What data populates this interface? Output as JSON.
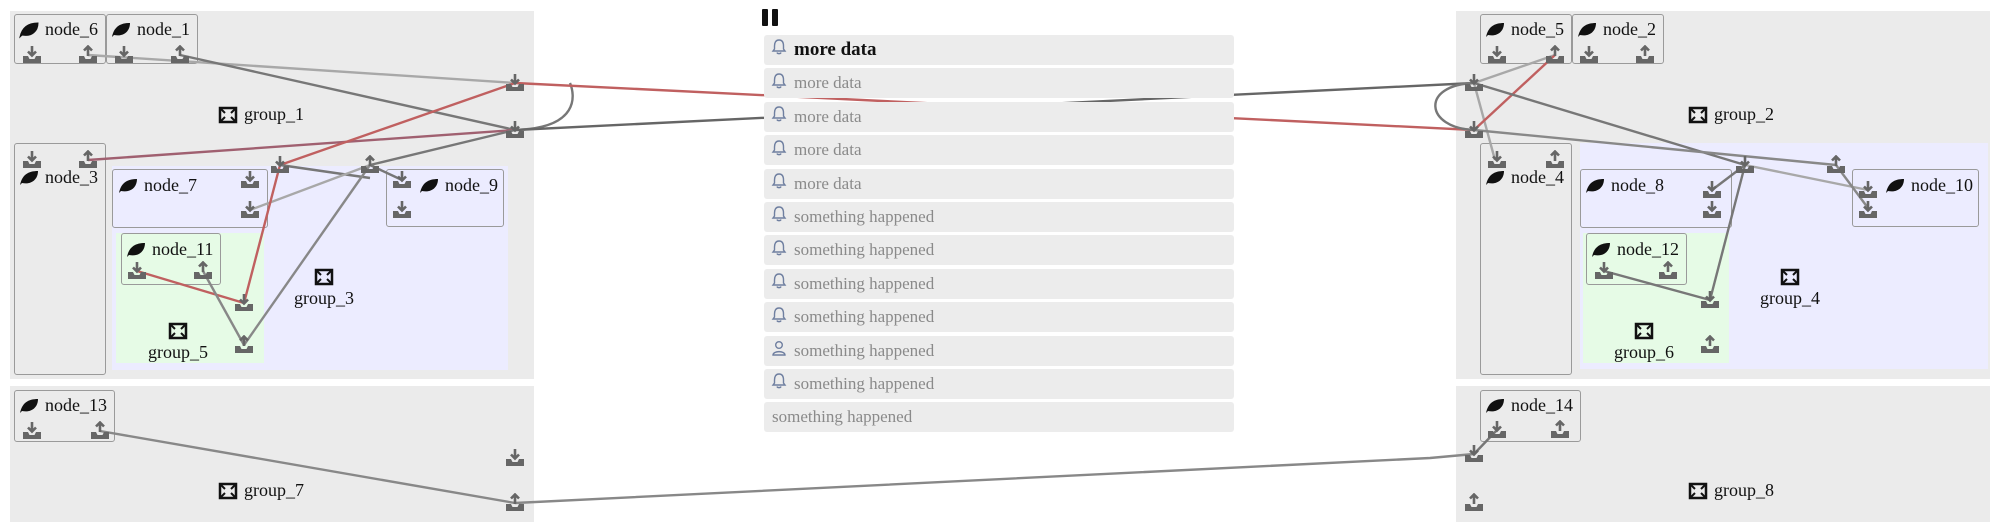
{
  "groups": {
    "group_1": "group_1",
    "group_2": "group_2",
    "group_3": "group_3",
    "group_4": "group_4",
    "group_5": "group_5",
    "group_6": "group_6",
    "group_7": "group_7",
    "group_8": "group_8"
  },
  "nodes": {
    "node_1": "node_1",
    "node_2": "node_2",
    "node_3": "node_3",
    "node_4": "node_4",
    "node_5": "node_5",
    "node_6": "node_6",
    "node_7": "node_7",
    "node_8": "node_8",
    "node_9": "node_9",
    "node_10": "node_10",
    "node_11": "node_11",
    "node_12": "node_12",
    "node_13": "node_13",
    "node_14": "node_14"
  },
  "log": {
    "paused_icon": "pause-icon",
    "entries": [
      {
        "icon": "bell-icon",
        "text": "more data"
      },
      {
        "icon": "bell-icon",
        "text": "more data"
      },
      {
        "icon": "bell-icon",
        "text": "more data"
      },
      {
        "icon": "bell-icon",
        "text": "more data"
      },
      {
        "icon": "bell-icon",
        "text": "more data"
      },
      {
        "icon": "bell-icon",
        "text": "something happened"
      },
      {
        "icon": "bell-icon",
        "text": "something happened"
      },
      {
        "icon": "bell-icon",
        "text": "something happened"
      },
      {
        "icon": "bell-icon",
        "text": "something happened"
      },
      {
        "icon": "person-icon",
        "text": "something happened"
      },
      {
        "icon": "bell-icon",
        "text": "something happened"
      },
      {
        "icon": "",
        "text": "something happened"
      }
    ]
  },
  "colors": {
    "group_bg": "#ebebeb",
    "subgroup_blue": "#ececff",
    "subgroup_green": "#e6fbe6",
    "edge_gray": "#777777",
    "edge_light": "#a8a8a8",
    "edge_red": "#c06060",
    "icon_gray": "#666666",
    "bell_blue": "#6f7fa0"
  }
}
